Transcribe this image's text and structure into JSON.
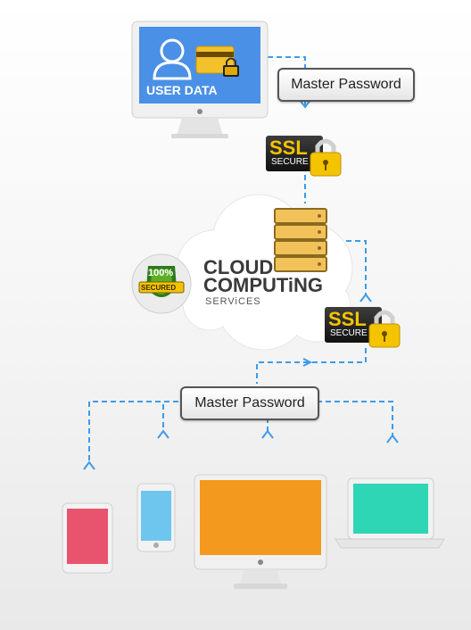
{
  "user_data_label": "USER DATA",
  "master_password_top": "Master Password",
  "master_password_bottom": "Master Password",
  "ssl_top": {
    "title": "SSL",
    "subtitle": "SECURE"
  },
  "ssl_right": {
    "title": "SSL",
    "subtitle": "SECURE"
  },
  "cloud": {
    "line1": "CLOUD",
    "line2": "COMPUTiNG",
    "line3": "SERViCES"
  },
  "badge": {
    "line1": "100%",
    "line2": "SECURED"
  },
  "colors": {
    "arrow": "#3d9be9",
    "monitor_top_screen": "#4a90e6",
    "tablet": "#e8536e",
    "phone": "#6ec6ef",
    "desktop": "#f39a1e",
    "laptop": "#2fd6b6",
    "ssl_yellow": "#f5c400",
    "server": "#f2c25a"
  },
  "icons": [
    "user-icon",
    "credit-card-icon",
    "padlock-icon",
    "server-icon",
    "shield-badge-icon"
  ]
}
